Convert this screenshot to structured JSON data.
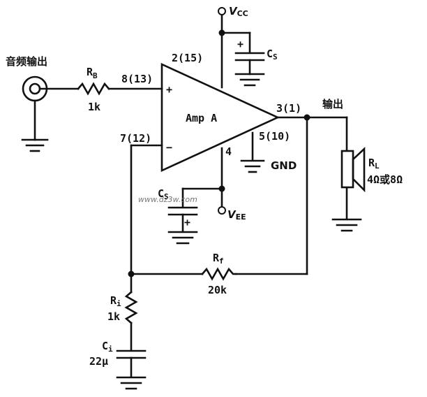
{
  "input": {
    "label": "音频输出"
  },
  "resistor_rb": {
    "name": "R",
    "sub": "B",
    "value": "1k"
  },
  "opamp": {
    "name": "Amp A",
    "plus": "+",
    "minus": "−"
  },
  "pins": {
    "noninv": "8(13)",
    "inv": "7(12)",
    "vcc_pin": "2(15)",
    "out_pin": "3(1)",
    "vee_pin": "4",
    "gnd_pin": "5(10)"
  },
  "supply": {
    "vcc_v": "V",
    "vcc_sub": "CC",
    "vee_v": "V",
    "vee_sub": "EE",
    "gnd": "GND"
  },
  "cap_cs_top": {
    "name": "C",
    "sub": "S",
    "plus": "+"
  },
  "cap_cs_bottom": {
    "name": "C",
    "sub": "S",
    "plus": "+"
  },
  "output": {
    "label": "输出"
  },
  "load": {
    "name": "R",
    "sub": "L",
    "value": "4Ω或8Ω"
  },
  "resistor_rf": {
    "name": "R",
    "sub": "f",
    "value": "20k"
  },
  "resistor_ri": {
    "name": "R",
    "sub": "i",
    "value": "1k"
  },
  "cap_ci": {
    "name": "C",
    "sub": "i",
    "value": "22μ"
  },
  "watermark": "www.dz3w.com"
}
